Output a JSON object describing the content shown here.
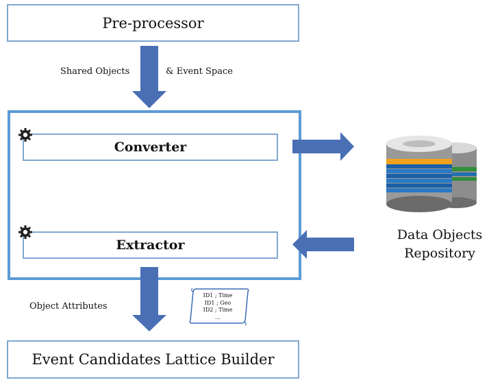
{
  "boxes": {
    "preprocessor": "Pre-processor",
    "converter": "Converter",
    "extractor": "Extractor",
    "lattice_builder": "Event Candidates Lattice Builder"
  },
  "edge_labels": {
    "shared_objects": "Shared Objects",
    "event_space": "& Event Space",
    "object_attributes": "Object Attributes"
  },
  "repository": {
    "line1": "Data Objects",
    "line2": "Repository"
  },
  "scroll_note": {
    "lines": [
      "ID1 ; Time",
      "ID1 ;  Geo",
      "ID2 ; Time",
      "…"
    ]
  },
  "colors": {
    "arrow": "#4a6fb5",
    "box_border": "#7fa7d0",
    "frame_border": "#5b9bd5"
  },
  "icons": {
    "component": "gear-icon",
    "repository": "database-icon",
    "note": "scroll-icon"
  }
}
